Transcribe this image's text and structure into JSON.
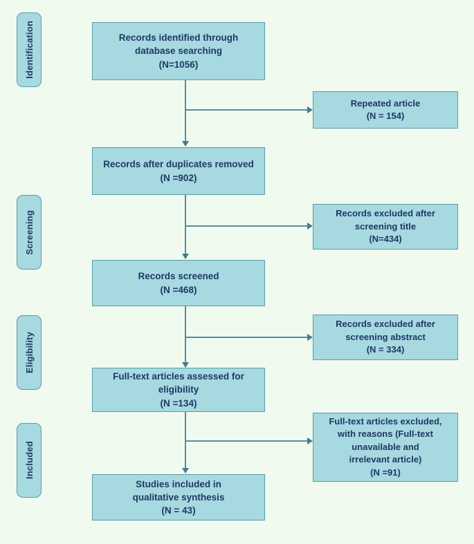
{
  "diagram": {
    "type": "prisma-flow-diagram",
    "background_color": "#f0faef",
    "box_fill_color": "#a6d9e0",
    "box_border_color": "#5c9aa8",
    "text_color": "#1f3864",
    "connector_color": "#4f8fa3"
  },
  "stages": [
    {
      "label": "Identification"
    },
    {
      "label": "Screening"
    },
    {
      "label": "Eligibility"
    },
    {
      "label": "Included"
    }
  ],
  "main_boxes": [
    {
      "id": "records-identified",
      "line1": "Records identified through",
      "line2": "database searching",
      "line3": "(N=1056)",
      "count": 1056
    },
    {
      "id": "records-after-duplicates",
      "line1": "Records after duplicates removed",
      "line2": "(N =902)",
      "count": 902
    },
    {
      "id": "records-screened",
      "line1": "Records screened",
      "line2": "(N =468)",
      "count": 468
    },
    {
      "id": "full-text-assessed",
      "line1": "Full-text articles assessed for",
      "line2": "eligibility",
      "line3": "(N =134)",
      "count": 134
    },
    {
      "id": "studies-included",
      "line1": "Studies included in",
      "line2": "qualitative synthesis",
      "line3": "(N = 43)",
      "count": 43
    }
  ],
  "side_boxes": [
    {
      "id": "repeated-article",
      "line1": "Repeated article",
      "line2": "(N = 154)",
      "count": 154
    },
    {
      "id": "excluded-screening-title",
      "line1": "Records excluded after",
      "line2": "screening title",
      "line3": "(N=434)",
      "count": 434
    },
    {
      "id": "excluded-screening-abstract",
      "line1": "Records excluded after",
      "line2": "screening abstract",
      "line3": "(N = 334)",
      "count": 334
    },
    {
      "id": "full-text-excluded",
      "line1": "Full-text articles excluded,",
      "line2": "with reasons (Full-text",
      "line3": "unavailable and",
      "line4": "irrelevant article)",
      "line5": "(N =91)",
      "count": 91
    }
  ]
}
